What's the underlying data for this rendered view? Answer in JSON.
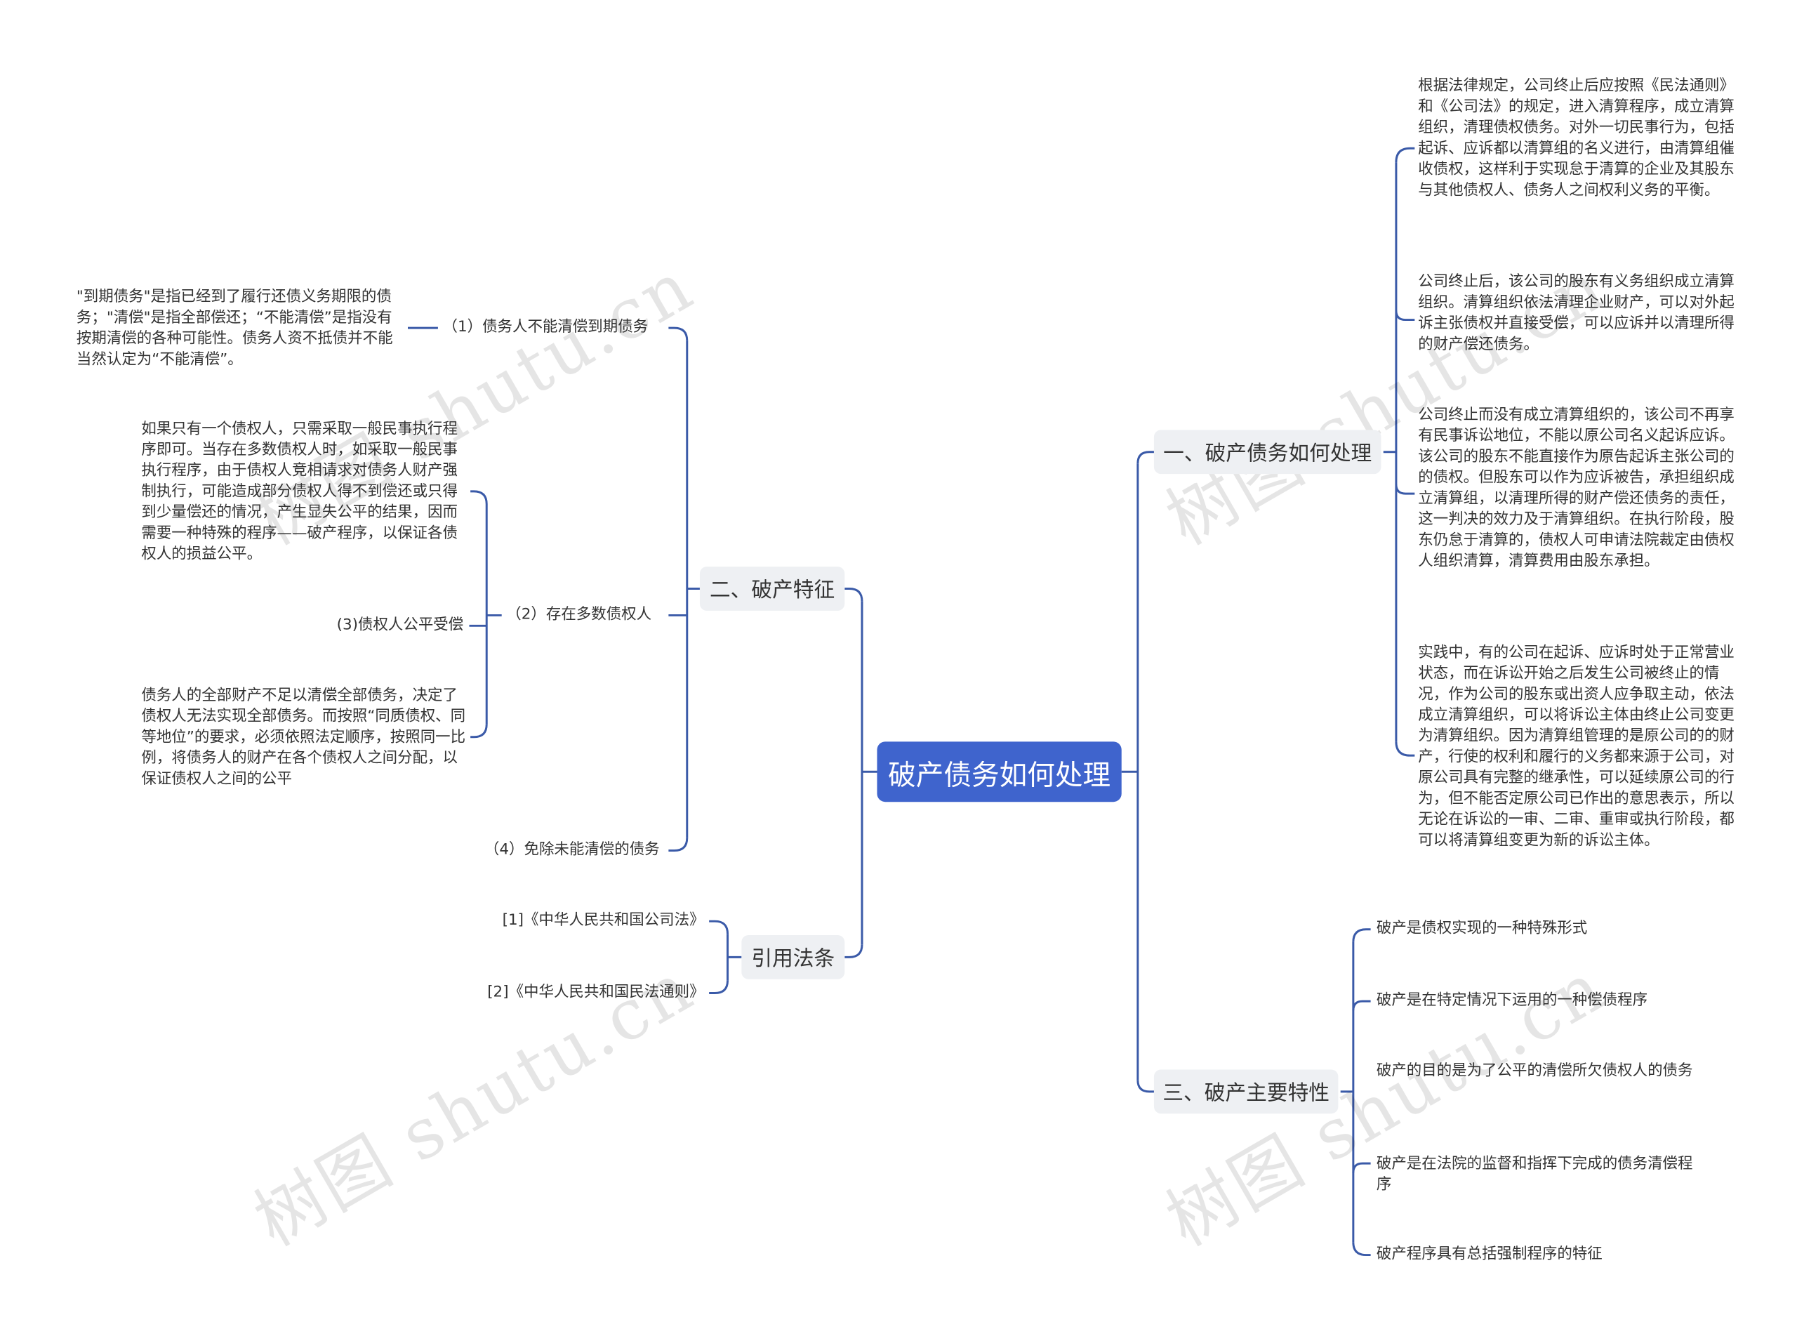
{
  "center": "破产债务如何处理",
  "watermark": "树图 shutu.cn",
  "branches": {
    "b1": {
      "label": "一、破产债务如何处理",
      "items": [
        "根据法律规定，公司终止后应按照《民法通则》和《公司法》的规定，进入清算程序，成立清算组织，清理债权债务。对外一切民事行为，包括起诉、应诉都以清算组的名义进行，由清算组催收债权，这样利于实现怠于清算的企业及其股东与其他债权人、债务人之间权利义务的平衡。",
        "公司终止后，该公司的股东有义务组织成立清算组织。清算组织依法清理企业财产，可以对外起诉主张债权并直接受偿，可以应诉并以清理所得的财产偿还债务。",
        "公司终止而没有成立清算组织的，该公司不再享有民事诉讼地位，不能以原公司名义起诉应诉。该公司的股东不能直接作为原告起诉主张公司的的债权。但股东可以作为应诉被告，承担组织成立清算组，以清理所得的财产偿还债务的责任，这一判决的效力及于清算组织。在执行阶段，股东仍怠于清算的，债权人可申请法院裁定由债权人组织清算，清算费用由股东承担。",
        "实践中，有的公司在起诉、应诉时处于正常营业状态，而在诉讼开始之后发生公司被终止的情况，作为公司的股东或出资人应争取主动，依法成立清算组织，可以将诉讼主体由终止公司变更为清算组织。因为清算组管理的是原公司的的财产，行使的权利和履行的义务都来源于公司，对原公司具有完整的继承性，可以延续原公司的行为，但不能否定原公司已作出的意思表示，所以无论在诉讼的一审、二审、重审或执行阶段，都可以将清算组变更为新的诉讼主体。"
      ]
    },
    "b2": {
      "label": "二、破产特征",
      "c1": {
        "label": "（1）债务人不能清偿到期债务",
        "note": "\"到期债务\"是指已经到了履行还债义务期限的债务；\"清偿\"是指全部偿还；“不能清偿”是指没有按期清偿的各种可能性。债务人资不抵债并不能当然认定为“不能清偿”。"
      },
      "c2": {
        "label": "（2）存在多数债权人",
        "note1": "如果只有一个债权人，只需采取一般民事执行程序即可。当存在多数债权人时，如采取一般民事执行程序，由于债权人竞相请求对债务人财产强制执行，可能造成部分债权人得不到偿还或只得到少量偿还的情况，产生显失公平的结果，因而需要一种特殊的程序——破产程序，以保证各债权人的损益公平。",
        "mid": "(3)债权人公平受偿",
        "note2": "债务人的全部财产不足以清偿全部债务，决定了债权人无法实现全部债务。而按照“同质债权、同等地位”的要求，必须依照法定顺序，按照同一比例，将债务人的财产在各个债权人之间分配，以保证债权人之间的公平"
      },
      "c4": {
        "label": "（4）免除未能清偿的债务"
      }
    },
    "b3": {
      "label": "三、破产主要特性",
      "items": [
        "破产是债权实现的一种特殊形式",
        "破产是在特定情况下运用的一种偿债程序",
        "破产的目的是为了公平的清偿所欠债权人的债务",
        "破产是在法院的监督和指挥下完成的债务清偿程序",
        "破产程序具有总括强制程序的特征"
      ]
    },
    "b4": {
      "label": "引用法条",
      "items": [
        "[1]《中华人民共和国公司法》",
        "[2]《中华人民共和国民法通则》"
      ]
    }
  },
  "colors": {
    "center_bg": "#3f64cd",
    "line": "#3a5aa8",
    "branch_bg": "#eef0f3"
  }
}
